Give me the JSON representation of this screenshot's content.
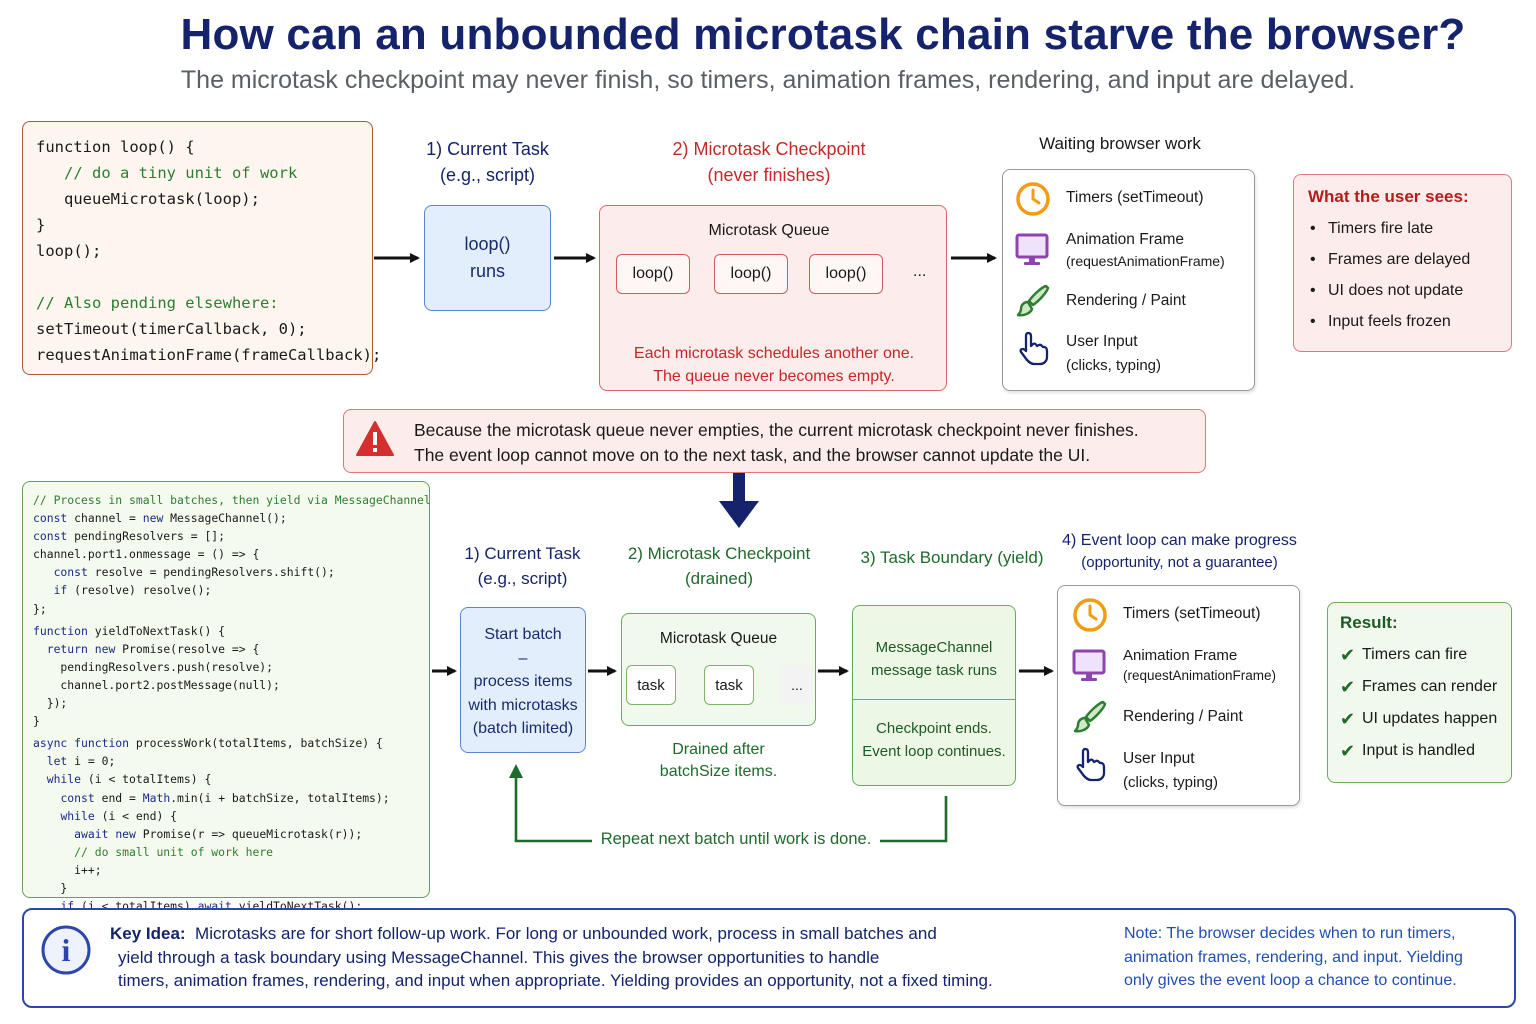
{
  "title": "How can an unbounded microtask chain starve the browser?",
  "subtitle": "The microtask checkpoint may never finish, so timers, animation frames, rendering, and input are delayed.",
  "top_code": {
    "lines": [
      {
        "text": "function loop() {",
        "cls": ""
      },
      {
        "text": "   // do a tiny unit of work",
        "cls": "c-com"
      },
      {
        "text": "   queueMicrotask(loop);",
        "cls": ""
      },
      {
        "text": "}",
        "cls": ""
      },
      {
        "text": "loop();",
        "cls": ""
      },
      {
        "text": "",
        "cls": ""
      },
      {
        "text": "// Also pending elsewhere:",
        "cls": "c-com"
      },
      {
        "text": "setTimeout(timerCallback, 0);",
        "cls": ""
      },
      {
        "text": "requestAnimationFrame(frameCallback);",
        "cls": ""
      }
    ]
  },
  "top_flow": {
    "task_heading": [
      "1) Current Task",
      "(e.g., script)"
    ],
    "task_box": [
      "loop()",
      "runs"
    ],
    "checkpoint_heading": [
      "2) Microtask Checkpoint",
      "(never finishes)"
    ],
    "queue_title": "Microtask Queue",
    "queue_items": [
      "loop()",
      "loop()",
      "loop()"
    ],
    "queue_more": "...",
    "queue_note": [
      "Each microtask schedules another one.",
      "The queue never becomes empty."
    ],
    "waiting_heading": "Waiting browser work"
  },
  "waiting_items": [
    {
      "icon": "clock-icon",
      "label": "Timers (setTimeout)",
      "sub": ""
    },
    {
      "icon": "monitor-icon",
      "label": "Animation Frame",
      "sub": "(requestAnimationFrame)"
    },
    {
      "icon": "paintbrush-icon",
      "label": "Rendering / Paint",
      "sub": ""
    },
    {
      "icon": "pointer-hand-icon",
      "label": "User Input",
      "sub": "(clicks, typing)"
    }
  ],
  "user_sees": {
    "title": "What the user sees:",
    "items": [
      "Timers fire late",
      "Frames are delayed",
      "UI does not update",
      "Input feels frozen"
    ]
  },
  "warning": {
    "icon": "warning-icon",
    "lines": [
      "Because the microtask queue never empties, the current microtask checkpoint never finishes.",
      "The event loop cannot move on to the next task, and the browser cannot update the UI."
    ]
  },
  "bottom_code": {
    "lines": [
      {
        "text": "// Process in small batches, then yield via MessageChannel",
        "cls": "c-com"
      },
      {
        "text": "const channel = new MessageChannel();",
        "cls": ""
      },
      {
        "text": "const pendingResolvers = [];",
        "cls": ""
      },
      {
        "text": "channel.port1.onmessage = () => {",
        "cls": ""
      },
      {
        "text": "   const resolve = pendingResolvers.shift();",
        "cls": ""
      },
      {
        "text": "   if (resolve) resolve();",
        "cls": ""
      },
      {
        "text": "};",
        "cls": ""
      },
      {
        "text": "",
        "cls": "gap"
      },
      {
        "text": "function yieldToNextTask() {",
        "cls": ""
      },
      {
        "text": "  return new Promise(resolve => {",
        "cls": ""
      },
      {
        "text": "    pendingResolvers.push(resolve);",
        "cls": ""
      },
      {
        "text": "    channel.port2.postMessage(null);",
        "cls": ""
      },
      {
        "text": "  });",
        "cls": ""
      },
      {
        "text": "}",
        "cls": ""
      },
      {
        "text": "",
        "cls": "gap"
      },
      {
        "text": "async function processWork(totalItems, batchSize) {",
        "cls": ""
      },
      {
        "text": "  let i = 0;",
        "cls": ""
      },
      {
        "text": "  while (i < totalItems) {",
        "cls": ""
      },
      {
        "text": "    const end = Math.min(i + batchSize, totalItems);",
        "cls": ""
      },
      {
        "text": "    while (i < end) {",
        "cls": ""
      },
      {
        "text": "      await new Promise(r => queueMicrotask(r));",
        "cls": ""
      },
      {
        "text": "      // do small unit of work here",
        "cls": "c-com"
      },
      {
        "text": "      i++;",
        "cls": ""
      },
      {
        "text": "    }",
        "cls": ""
      },
      {
        "text": "    if (i < totalItems) await yieldToNextTask();",
        "cls": ""
      },
      {
        "text": "  }",
        "cls": ""
      },
      {
        "text": "}",
        "cls": ""
      }
    ]
  },
  "bottom_flow": {
    "task_heading": [
      "1) Current Task",
      "(e.g., script)"
    ],
    "batch_box": [
      "Start batch",
      "–",
      "process items",
      "with microtasks",
      "(batch limited)"
    ],
    "checkpoint_heading": [
      "2) Microtask Checkpoint",
      "(drained)"
    ],
    "queue_title": "Microtask Queue",
    "queue_items": [
      "task",
      "task"
    ],
    "queue_more": "...",
    "drained_note": [
      "Drained after",
      "batchSize items."
    ],
    "boundary_heading": "3) Task Boundary (yield)",
    "boundary_top": [
      "MessageChannel",
      "message task runs"
    ],
    "boundary_bottom": [
      "Checkpoint ends.",
      "Event loop  continues."
    ],
    "progress_heading": [
      "4) Event loop can make progress",
      "(opportunity, not a guarantee)"
    ],
    "repeat_note": "Repeat next batch until work is done."
  },
  "result": {
    "title": "Result:",
    "items": [
      "Timers can fire",
      "Frames can render",
      "UI updates happen",
      "Input is handled"
    ]
  },
  "key_idea": {
    "icon": "info-icon",
    "label": "Key Idea:",
    "line1": "Microtasks are for short follow-up work.  For long or unbounded work, process in small batches and",
    "line2": "yield through a task boundary using MessageChannel. This gives the browser opportunities to handle",
    "line3": "timers, animation frames, rendering, and input when appropriate. Yielding provides an opportunity,  not a fixed  timing."
  },
  "note": {
    "lines": [
      "Note: The browser decides when to run timers,",
      "animation frames, rendering, and input. Yielding",
      "only gives the event loop a chance to continue."
    ]
  },
  "colors": {
    "navy": "#14236b",
    "red": "#c62828",
    "green": "#1e6b2a",
    "blue_fill": "#e3eefc",
    "red_fill": "#fdecec",
    "green_fill": "#f1f8ec"
  }
}
